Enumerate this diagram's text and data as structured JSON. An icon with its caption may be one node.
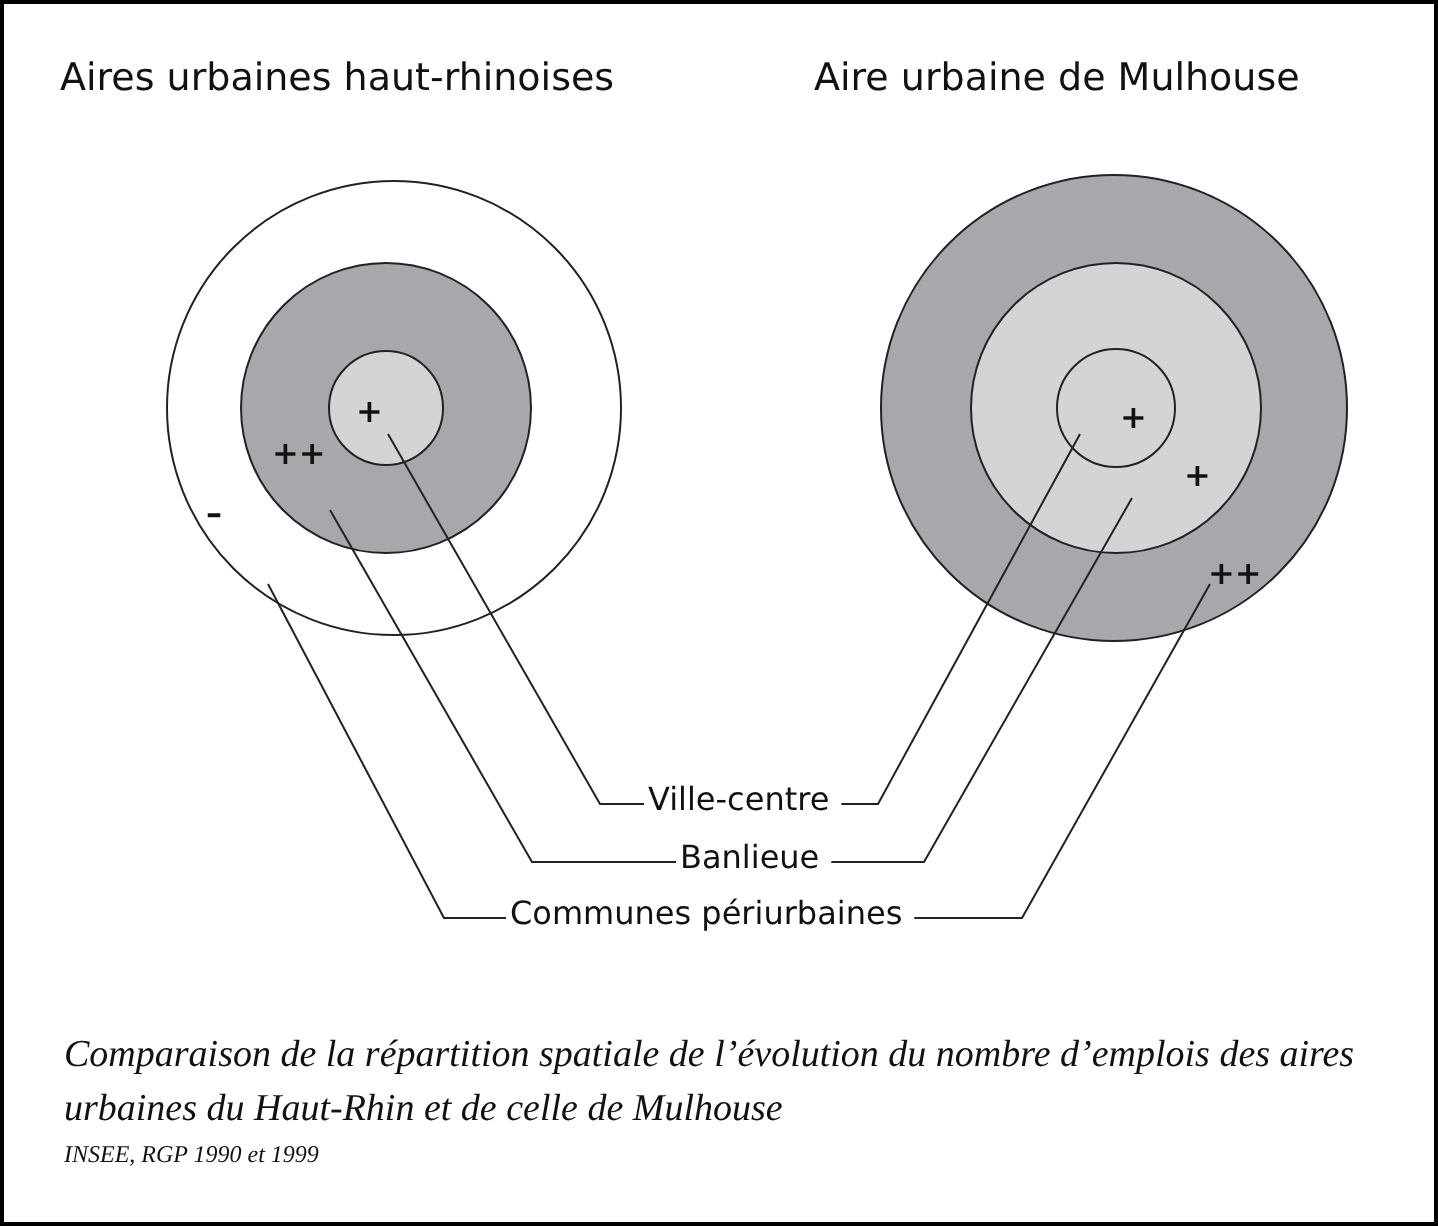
{
  "diagram": {
    "caption": "Comparaison de la répartition spatiale de l’évolution du nombre d’emplois des aires urbaines du Haut-Rhin et de celle de Mulhouse",
    "nodes": [
      {
        "text": [
          "–"
        ]
      },
      {
        "text": [
          "++"
        ],
        "in": 0
      },
      {
        "text": [
          "+"
        ],
        "in": 1
      },
      {
        "text": [
          "++"
        ]
      },
      {
        "text": [
          "+"
        ],
        "in": 3
      },
      {
        "text": [
          "+"
        ],
        "in": 4
      },
      {
        "text": [
          "Ville-centre"
        ]
      },
      {
        "text": [
          "Banlieue"
        ]
      },
      {
        "text": [
          "Communes périurbaines"
        ]
      }
    ],
    "edges": [
      {
        "from": 6,
        "to": 2,
        "arrow": "none"
      },
      {
        "from": 6,
        "to": 5,
        "arrow": "none"
      },
      {
        "from": 7,
        "to": 1,
        "arrow": "none"
      },
      {
        "from": 7,
        "to": 4,
        "arrow": "none"
      },
      {
        "from": 8,
        "to": 0,
        "arrow": "none"
      },
      {
        "from": 8,
        "to": 3,
        "arrow": "none"
      }
    ],
    "labels": [
      "Aires urbaines haut-rhinoises",
      "Aire urbaine de Mulhouse",
      "INSEE, RGP 1990 et 1999"
    ]
  }
}
